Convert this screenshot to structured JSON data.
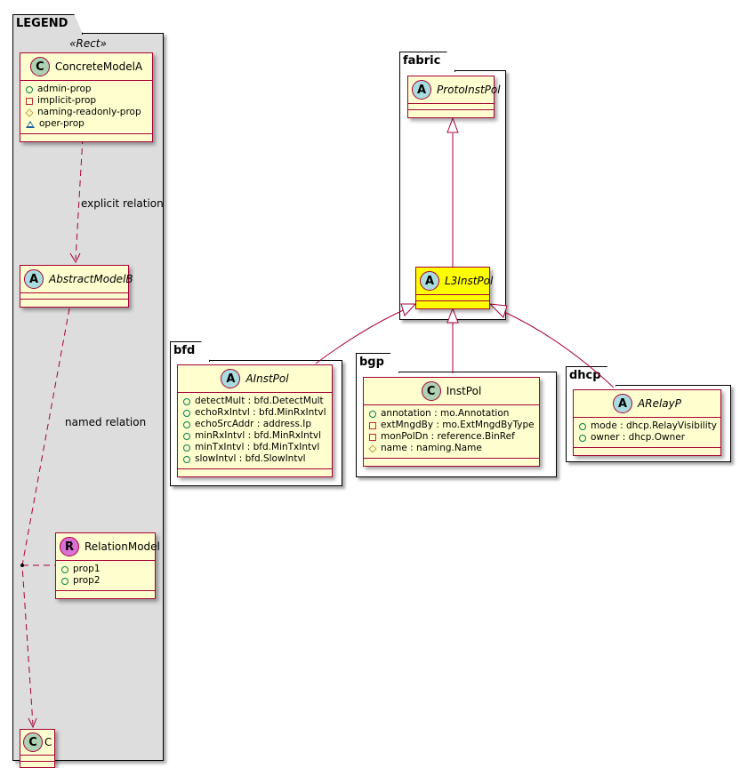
{
  "legend": {
    "package_name": "LEGEND",
    "stereotype": "«Rect»",
    "classes": {
      "concrete": {
        "kind": "C",
        "name": "ConcreteModelA",
        "italic": false,
        "attributes": [
          {
            "visibility": "public",
            "text": "admin-prop"
          },
          {
            "visibility": "private",
            "text": "implicit-prop"
          },
          {
            "visibility": "protected",
            "text": "naming-readonly-prop"
          },
          {
            "visibility": "package",
            "text": "oper-prop"
          }
        ]
      },
      "abstract": {
        "kind": "A",
        "name": "AbstractModelB",
        "italic": true,
        "attributes": []
      },
      "relation": {
        "kind": "R",
        "name": "RelationModel",
        "italic": false,
        "attributes": [
          {
            "visibility": "public",
            "text": "prop1"
          },
          {
            "visibility": "public",
            "text": "prop2"
          }
        ]
      },
      "c": {
        "kind": "C",
        "name": "C",
        "italic": false,
        "attributes": []
      }
    },
    "edge_labels": {
      "explicit": "explicit relation",
      "named": "named relation"
    }
  },
  "packages": {
    "fabric": {
      "name": "fabric",
      "classes": {
        "proto": {
          "kind": "A",
          "name": "ProtoInstPol",
          "italic": true,
          "highlighted": false,
          "attributes": []
        },
        "l3": {
          "kind": "A",
          "name": "L3InstPol",
          "italic": true,
          "highlighted": true,
          "attributes": []
        }
      }
    },
    "bfd": {
      "name": "bfd",
      "class": {
        "kind": "A",
        "name": "AInstPol",
        "italic": true,
        "attributes": [
          {
            "visibility": "public",
            "text": "detectMult : bfd.DetectMult"
          },
          {
            "visibility": "public",
            "text": "echoRxIntvl : bfd.MinRxIntvl"
          },
          {
            "visibility": "public",
            "text": "echoSrcAddr : address.Ip"
          },
          {
            "visibility": "public",
            "text": "minRxIntvl : bfd.MinRxIntvl"
          },
          {
            "visibility": "public",
            "text": "minTxIntvl : bfd.MinTxIntvl"
          },
          {
            "visibility": "public",
            "text": "slowIntvl : bfd.SlowIntvl"
          }
        ]
      }
    },
    "bgp": {
      "name": "bgp",
      "class": {
        "kind": "C",
        "name": "InstPol",
        "italic": false,
        "attributes": [
          {
            "visibility": "public",
            "text": "annotation : mo.Annotation"
          },
          {
            "visibility": "private",
            "text": "extMngdBy : mo.ExtMngdByType"
          },
          {
            "visibility": "private",
            "text": "monPolDn : reference.BinRef"
          },
          {
            "visibility": "protected",
            "text": "name : naming.Name"
          }
        ]
      }
    },
    "dhcp": {
      "name": "dhcp",
      "class": {
        "kind": "A",
        "name": "ARelayP",
        "italic": true,
        "attributes": [
          {
            "visibility": "public",
            "text": "mode : dhcp.RelayVisibility"
          },
          {
            "visibility": "public",
            "text": "owner : dhcp.Owner"
          }
        ]
      }
    }
  },
  "colors": {
    "edge": "#a80036",
    "class_fill": "#fefece",
    "highlight_fill": "#ffff00",
    "legend_fill": "#dddddd"
  }
}
